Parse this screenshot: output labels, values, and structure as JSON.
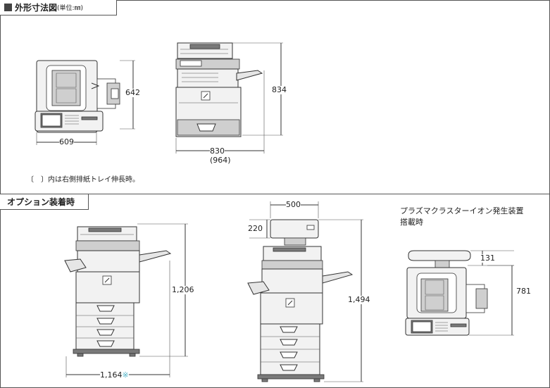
{
  "section_top": {
    "title": "外形寸法図",
    "unit": "(単位:㎜)",
    "dims": {
      "top_depth": "642",
      "top_width": "609",
      "front_height": "834",
      "front_width": "830",
      "front_width_ext": "(964)"
    },
    "note": "〔　〕内は右側排紙トレイ伸長時。"
  },
  "section_option": {
    "title": "オプション装着時",
    "dims": {
      "a_height": "1,206",
      "a_width": "1,164",
      "a_width_mark": "※",
      "b_top_width": "500",
      "b_top_height": "220",
      "b_height": "1,494",
      "c_top": "131",
      "c_depth": "781"
    },
    "plasma_label_1": "プラズマクラスターイオン発生装置",
    "plasma_label_2": "搭載時"
  }
}
